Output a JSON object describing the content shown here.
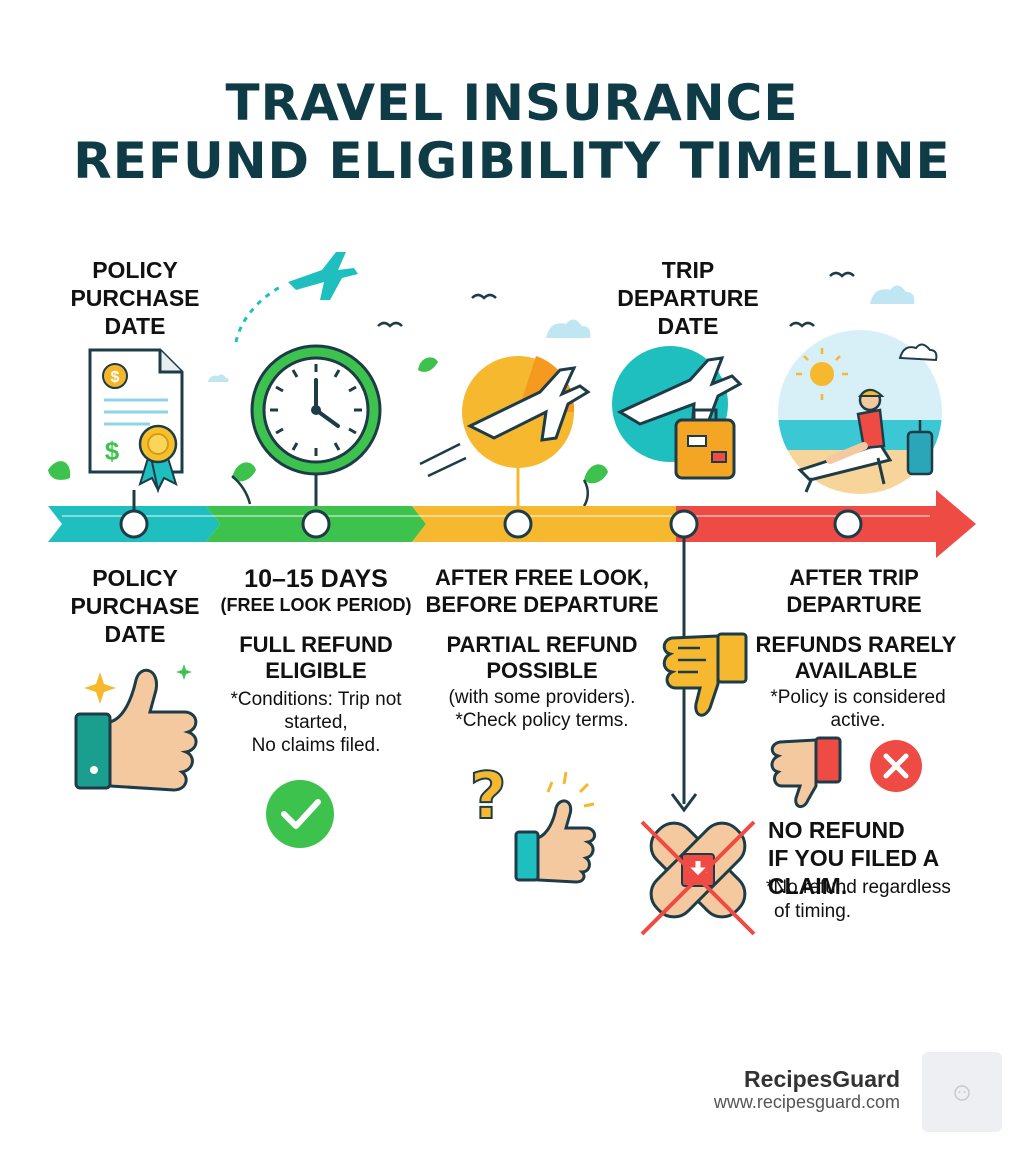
{
  "title": {
    "line1": "TRAVEL INSURANCE",
    "line2": "REFUND ELIGIBILITY TIMELINE"
  },
  "top_labels": {
    "policy_purchase": [
      "POLICY",
      "PURCHASE",
      "DATE"
    ],
    "trip_departure": [
      "TRIP",
      "DEPARTURE",
      "DATE"
    ]
  },
  "stages": [
    {
      "heading": [
        "POLICY",
        "PURCHASE",
        "DATE"
      ]
    },
    {
      "heading": [
        "10–15 DAYS"
      ],
      "subheading": "(FREE LOOK PERIOD)",
      "status": [
        "FULL REFUND",
        "ELIGIBLE"
      ],
      "note": [
        "*Conditions: Trip not",
        "started,",
        "No claims filed."
      ]
    },
    {
      "heading": [
        "AFTER FREE LOOK,",
        "BEFORE DEPARTURE"
      ],
      "status": [
        "PARTIAL REFUND",
        "POSSIBLE"
      ],
      "note": [
        "(with some providers).",
        "*Check policy terms."
      ]
    },
    {
      "heading": [
        "AFTER TRIP",
        "DEPARTURE"
      ],
      "status": [
        "REFUNDS RARELY",
        "AVAILABLE"
      ],
      "note": [
        "*Policy is considered",
        "active."
      ]
    }
  ],
  "claim_block": {
    "heading": [
      "NO REFUND",
      "IF YOU FILED A CLAIM."
    ],
    "note": [
      "*No refund regardless",
      "of timing."
    ]
  },
  "timeline_colors": {
    "teal": "#1fbfbf",
    "green": "#3cc24d",
    "yellow": "#f5b82e",
    "red": "#ee4b45"
  },
  "icons": [
    "document-dollar-icon",
    "airplane-icon",
    "clock-icon",
    "airplane-sun-icon",
    "airplane-suitcase-icon",
    "beach-chair-icon",
    "thumbs-up-icon",
    "check-circle-icon",
    "question-mark-icon",
    "thumbs-down-icon",
    "x-circle-icon",
    "crossed-bandage-icon"
  ],
  "brand": {
    "name": "RecipesGuard",
    "url": "www.recipesguard.com"
  }
}
